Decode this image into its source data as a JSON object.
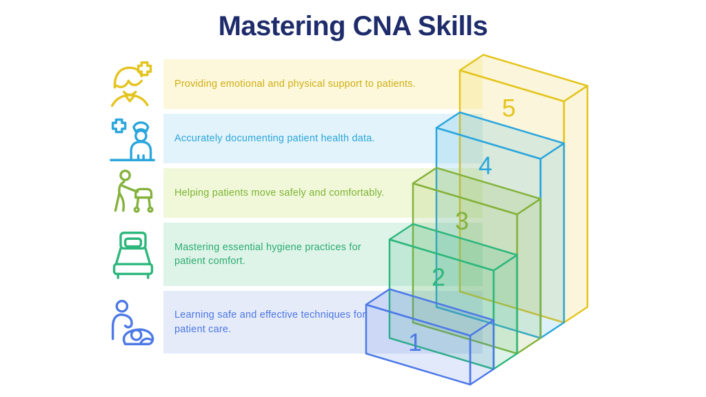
{
  "title": "Mastering CNA Skills",
  "title_color": "#1e2c6b",
  "rows": [
    {
      "label": "Providing emotional and physical support to patients.",
      "icon": "nurse-face-cross-icon",
      "band_color": "#fdf8db",
      "text_color": "#cfae14",
      "accent": "#e4c41f"
    },
    {
      "label": "Accurately documenting patient health data.",
      "icon": "nurse-cross-icon",
      "band_color": "#e3f3fb",
      "text_color": "#2ba6da",
      "accent": "#2aa6dd"
    },
    {
      "label": "Helping patients move safely and comfortably.",
      "icon": "patient-walker-icon",
      "band_color": "#f1f8da",
      "text_color": "#7cb334",
      "accent": "#84b23c"
    },
    {
      "label": "Mastering essential hygiene practices for patient comfort.",
      "icon": "hospital-bed-icon",
      "band_color": "#dff4e9",
      "text_color": "#2aab6f",
      "accent": "#2db77c"
    },
    {
      "label": "Learning safe and effective techniques for patient care.",
      "icon": "caregiver-patient-icon",
      "band_color": "#e5ebf9",
      "text_color": "#4c77e2",
      "accent": "#4c79e6"
    }
  ],
  "staircase": {
    "steps": [
      {
        "number": "1",
        "color": "#4c79e6"
      },
      {
        "number": "2",
        "color": "#2db77c"
      },
      {
        "number": "3",
        "color": "#84b23c"
      },
      {
        "number": "4",
        "color": "#2aa6dd"
      },
      {
        "number": "5",
        "color": "#e4c41f"
      }
    ]
  }
}
